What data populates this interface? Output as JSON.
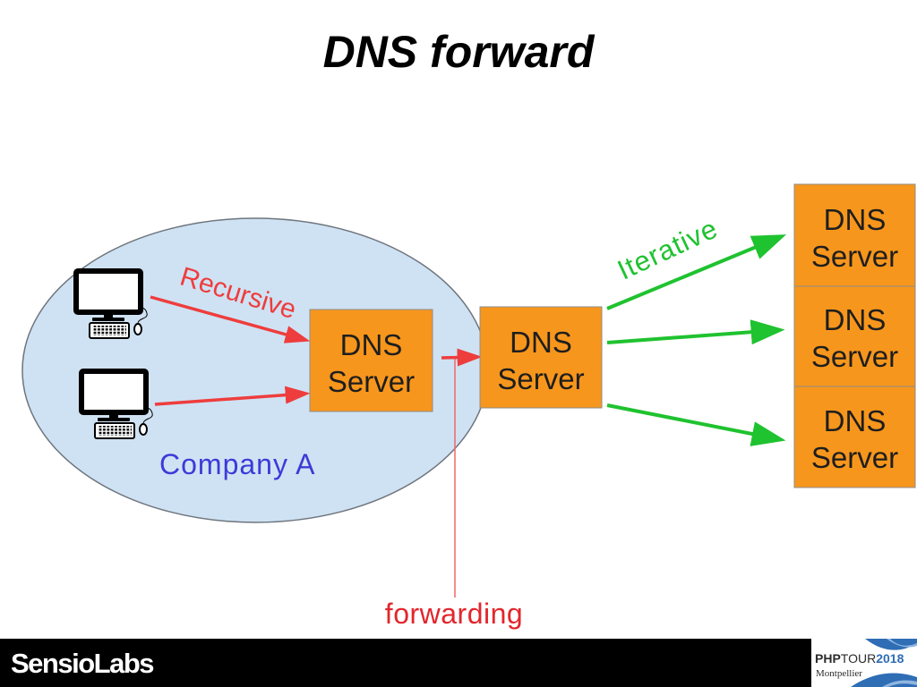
{
  "slide": {
    "title": "DNS forward"
  },
  "diagram": {
    "company_label": "Company A",
    "recursive_label": "Recursive",
    "iterative_label": "Iterative",
    "forwarding_label": "forwarding",
    "servers": [
      {
        "line1": "DNS",
        "line2": "Server"
      },
      {
        "line1": "DNS",
        "line2": "Server"
      },
      {
        "line1": "DNS",
        "line2": "Server"
      },
      {
        "line1": "DNS",
        "line2": "Server"
      },
      {
        "line1": "DNS",
        "line2": "Server"
      }
    ],
    "icons": [
      "client-computer-icon",
      "client-computer-icon"
    ],
    "colors": {
      "zone_fill": "#cfe2f3",
      "zone_stroke": "#6e757d",
      "server_fill": "#f7961c",
      "recursive": "#ee3d3d",
      "forwarding_label": "#e2262c",
      "forwarding_line": "#ef6868",
      "iterative": "#1fc22f",
      "company_label": "#3b3bd8"
    }
  },
  "footer": {
    "brand": {
      "part1": "Sensio",
      "part2": "Labs"
    },
    "event_logo": {
      "php": "PHP",
      "tour": "TOUR",
      "year": "2018",
      "city": "Montpellier"
    },
    "colors": {
      "bar": "#000000",
      "brand_text": "#ffffff",
      "logo_blue": "#2f6db5"
    }
  }
}
